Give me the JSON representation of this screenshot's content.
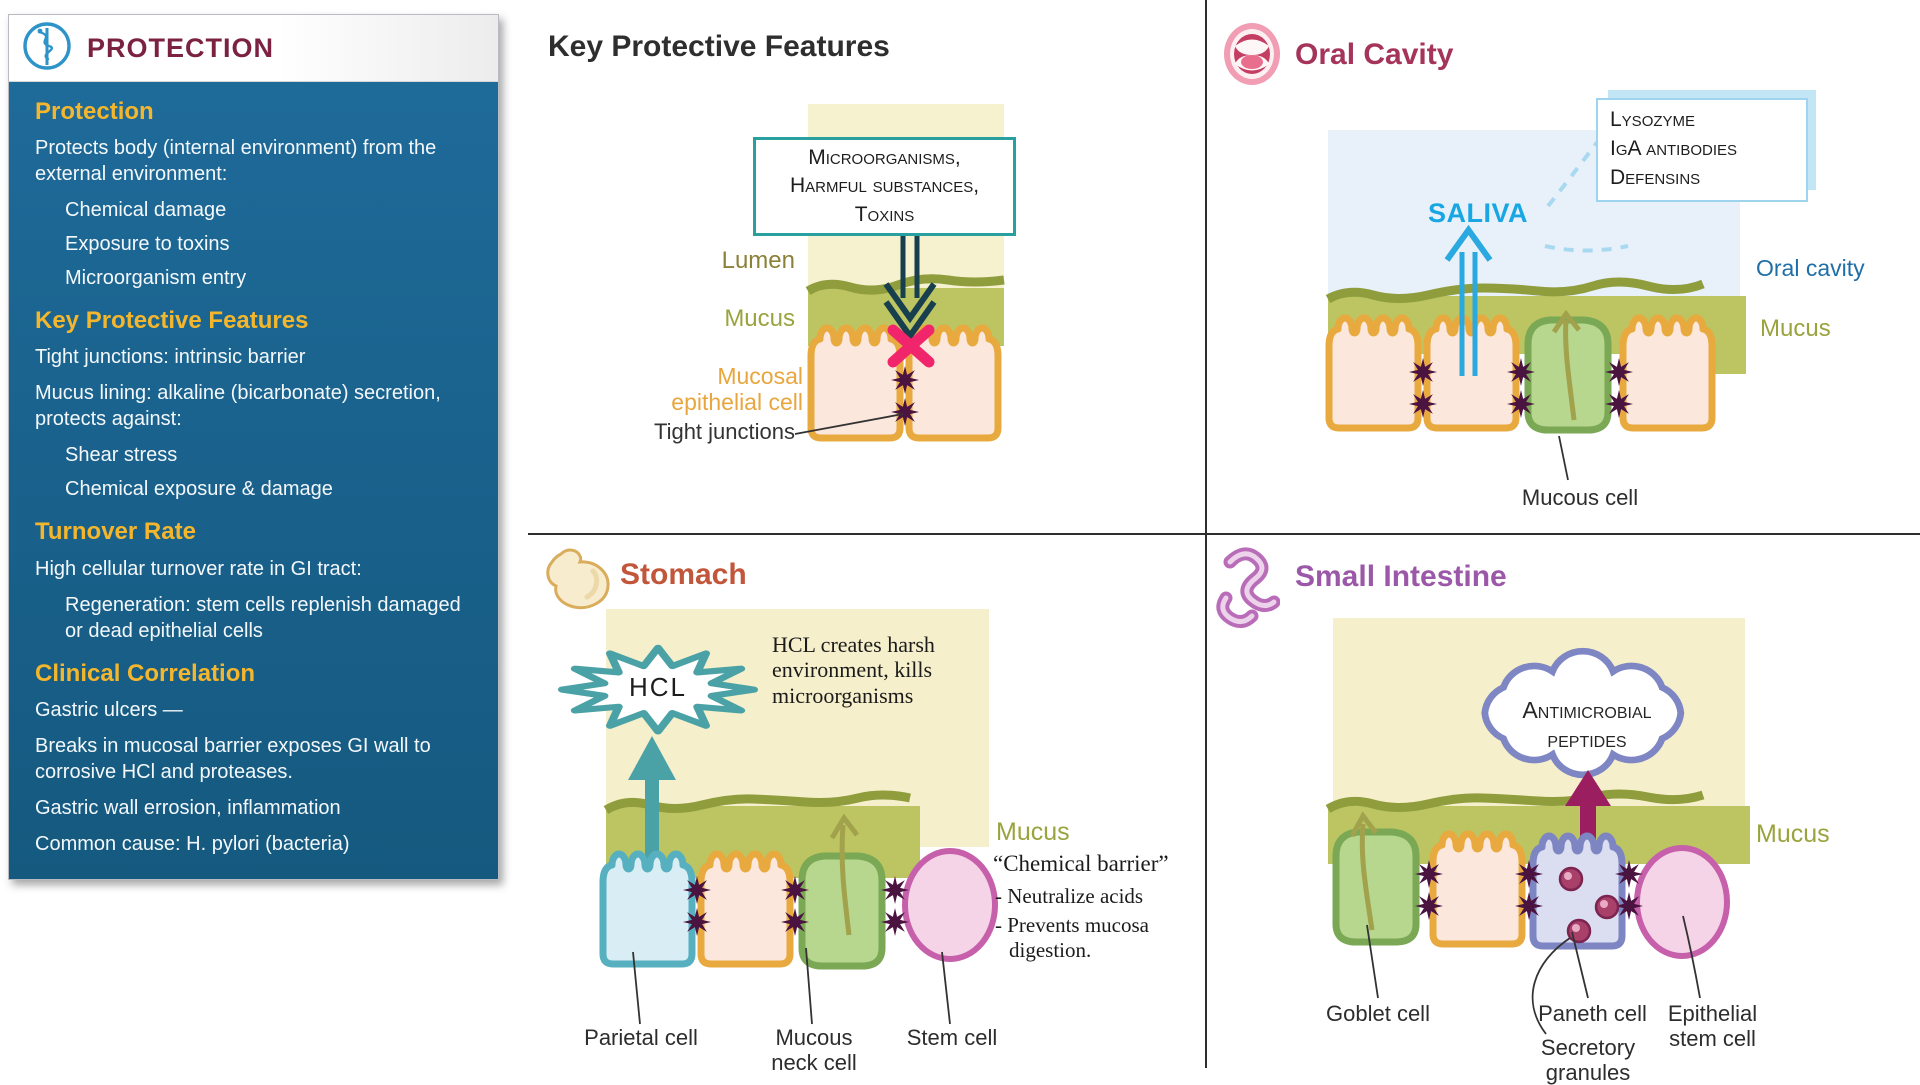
{
  "sidebar": {
    "title": "PROTECTION",
    "sections": [
      {
        "heading": "Protection",
        "p1": "Protects body (internal environment) from the external environment:",
        "items": [
          "Chemical damage",
          "Exposure to toxins",
          "Microorganism entry"
        ]
      },
      {
        "heading": "Key Protective Features",
        "p1": "Tight junctions: intrinsic barrier",
        "p2": "Mucus lining: alkaline (bicarbonate) secretion, protects against:",
        "items": [
          "Shear stress",
          "Chemical exposure & damage"
        ]
      },
      {
        "heading": "Turnover Rate",
        "p1": "High cellular turnover rate in GI tract:",
        "items": [
          "Regeneration: stem cells replenish damaged or dead epithelial cells"
        ]
      },
      {
        "heading": "Clinical Correlation",
        "p1": "Gastric ulcers  —",
        "p2": "Breaks in mucosal barrier exposes GI wall to corrosive HCl and proteases.",
        "p3": "Gastric wall errosion, inflammation",
        "p4": "Common cause: H. pylori (bacteria)"
      }
    ]
  },
  "panel_key_features": {
    "title": "Key Protective Features",
    "threat_lines": [
      "Microorganisms,",
      "Harmful substances,",
      "Toxins"
    ],
    "label_lumen": "Lumen",
    "label_mucus": "Mucus",
    "label_mucosal_cell": "Mucosal epithelial cell",
    "label_tight_junctions": "Tight junctions"
  },
  "panel_oral": {
    "title": "Oral Cavity",
    "saliva": "SALIVA",
    "callout": [
      "Lysozyme",
      "IgA antibodies",
      "Defensins"
    ],
    "label_oral_cavity": "Oral cavity",
    "label_mucus": "Mucus",
    "label_mucous_cell": "Mucous cell"
  },
  "panel_stomach": {
    "title": "Stomach",
    "hcl": "HCL",
    "note": "HCL creates harsh environment, kills microorganisms",
    "label_mucus": "Mucus",
    "barrier_title": "“Chemical barrier”",
    "barrier_items": [
      "Neutralize acids",
      "Prevents mucosa digestion."
    ],
    "label_parietal": "Parietal cell",
    "label_mucous_neck": "Mucous neck cell",
    "label_stem": "Stem cell"
  },
  "panel_intestine": {
    "title": "Small Intestine",
    "cloud_lines": [
      "Antimicrobial",
      "peptides"
    ],
    "label_mucus": "Mucus",
    "label_goblet": "Goblet cell",
    "label_paneth": "Paneth cell",
    "label_secretory": "Secretory granules",
    "label_stem": "Epithelial stem cell"
  },
  "icons": {
    "sidebar_logo": "medical-staff-icon",
    "oral": "mouth-icon",
    "stomach": "stomach-icon",
    "intestine": "intestine-icon"
  },
  "colors": {
    "sidebar_blue": "#1e6a99",
    "accent_yellow": "#f4b62c",
    "maroon_title": "#7b2142",
    "oral_title": "#a5345a",
    "stomach_title": "#c2563a",
    "intestine_title": "#9c58a8",
    "teal_border": "#2a9fa0",
    "saliva_blue": "#18a7e2",
    "olive_mucus": "#bcc561",
    "cell_gold": "#e8a93f",
    "tight_junction_purple": "#4a1340",
    "pink_x": "#f0256b",
    "maroon_arrow": "#9b1f60"
  }
}
